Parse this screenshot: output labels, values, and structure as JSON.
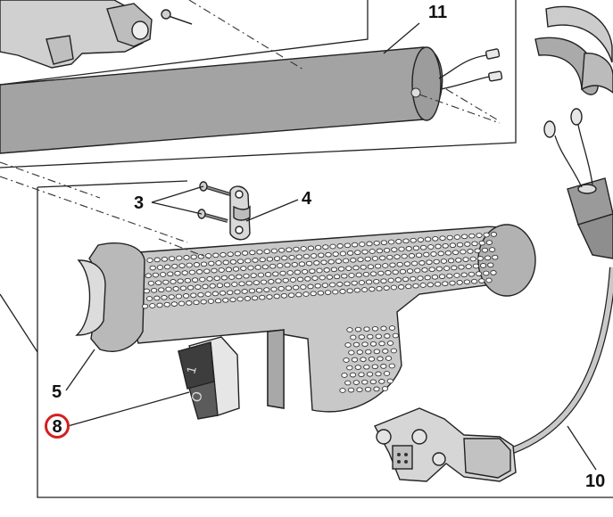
{
  "callouts": [
    {
      "id": "11",
      "label": "11"
    },
    {
      "id": "3",
      "label": "3"
    },
    {
      "id": "4",
      "label": "4"
    },
    {
      "id": "5",
      "label": "5"
    },
    {
      "id": "8",
      "label": "8",
      "highlighted": true
    },
    {
      "id": "10",
      "label": "10"
    }
  ],
  "switch_marks": {
    "on": "1",
    "off": "O"
  },
  "colors": {
    "part_fill": "#c8c8c8",
    "part_dark": "#9a9a9a",
    "highlight_ring": "#d42020",
    "line": "#222222"
  }
}
